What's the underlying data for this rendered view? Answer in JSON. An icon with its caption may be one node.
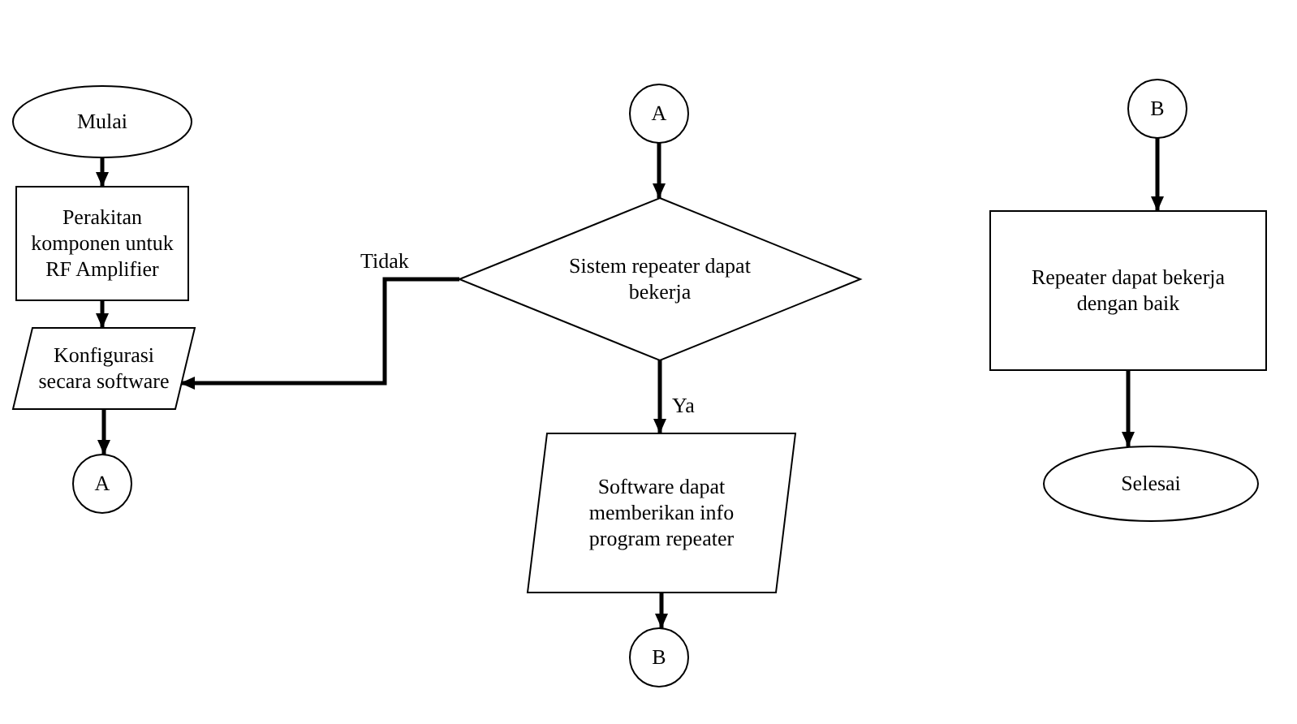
{
  "diagram": {
    "nodes": [
      {
        "text": [
          "Mulai"
        ]
      },
      {
        "text": [
          "Perakitan komponen untuk RF Amplifier"
        ]
      },
      {
        "text": [
          "Konfigurasi secara software"
        ]
      },
      {
        "text": [
          "A"
        ]
      },
      {
        "text": [
          "A"
        ]
      },
      {
        "text": [
          "Sistem repeater dapat bekerja"
        ]
      },
      {
        "text": [
          "Software dapat memberikan info program repeater"
        ]
      },
      {
        "text": [
          "B"
        ]
      },
      {
        "text": [
          "B"
        ]
      },
      {
        "text": [
          "Repeater dapat bekerja dengan baik"
        ]
      },
      {
        "text": [
          "Selesai"
        ]
      }
    ],
    "edges": [
      {
        "from": 0,
        "to": 1,
        "arrow": "to"
      },
      {
        "from": 1,
        "to": 2,
        "arrow": "to"
      },
      {
        "from": 2,
        "to": 3,
        "arrow": "to"
      },
      {
        "from": 4,
        "to": 5,
        "arrow": "to"
      },
      {
        "from": 5,
        "to": 2,
        "arrow": "to",
        "label": "Tidak"
      },
      {
        "from": 5,
        "to": 6,
        "arrow": "to",
        "label": "Ya"
      },
      {
        "from": 6,
        "to": 7,
        "arrow": "to"
      },
      {
        "from": 8,
        "to": 9,
        "arrow": "to"
      },
      {
        "from": 9,
        "to": 10,
        "arrow": "to"
      }
    ]
  }
}
